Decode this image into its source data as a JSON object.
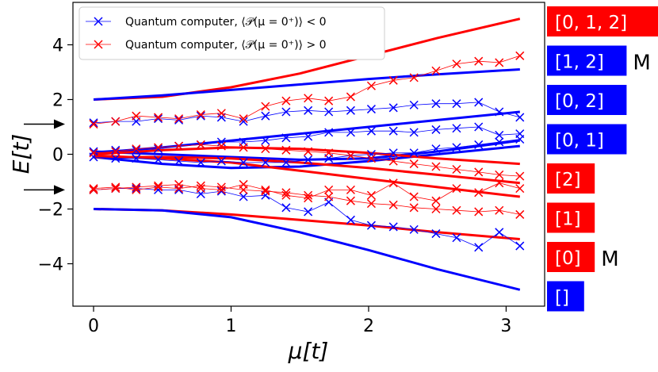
{
  "chart_data": {
    "type": "line",
    "title": "",
    "xlabel": "μ[t]",
    "ylabel": "E[t]",
    "xlim": [
      -0.15,
      3.28
    ],
    "ylim": [
      -5.55,
      5.55
    ],
    "xticks": [
      0,
      1,
      2,
      3
    ],
    "yticks": [
      -4,
      -2,
      0,
      2,
      4
    ],
    "grid": false,
    "legend_position": "top-left",
    "legend": [
      {
        "label": "Quantum computer, ⟨𝒫(μ = 0⁺)⟩ < 0",
        "color": "#0000ff",
        "marker": "x"
      },
      {
        "label": "Quantum computer, ⟨𝒫(μ = 0⁺)⟩ > 0",
        "color": "#ff0000",
        "marker": "x"
      }
    ],
    "arrow_marks_y": [
      1.1,
      -1.3
    ],
    "exact_curves": [
      {
        "color": "#ff0000",
        "x": [
          0,
          0.5,
          1,
          1.5,
          2,
          2.5,
          3.1
        ],
        "y": [
          2.0,
          2.1,
          2.45,
          2.95,
          3.6,
          4.25,
          4.95
        ]
      },
      {
        "color": "#0000ff",
        "x": [
          0,
          0.5,
          1,
          1.5,
          2,
          2.5,
          3.1
        ],
        "y": [
          2.0,
          2.15,
          2.35,
          2.55,
          2.75,
          2.92,
          3.1
        ]
      },
      {
        "color": "#0000ff",
        "x": [
          0,
          0.5,
          1,
          1.5,
          2,
          2.5,
          3.1
        ],
        "y": [
          0.05,
          0.25,
          0.5,
          0.75,
          1.0,
          1.25,
          1.55
        ]
      },
      {
        "color": "#0000ff",
        "x": [
          0,
          0.5,
          1,
          1.5,
          2,
          2.5,
          3.1
        ],
        "y": [
          0.1,
          0.0,
          -0.1,
          -0.2,
          -0.15,
          0.1,
          0.5
        ]
      },
      {
        "color": "#0000ff",
        "x": [
          0,
          0.5,
          1,
          1.5,
          2,
          2.5,
          3.1
        ],
        "y": [
          -0.1,
          -0.35,
          -0.5,
          -0.45,
          -0.25,
          0.0,
          0.3
        ]
      },
      {
        "color": "#ff0000",
        "x": [
          0,
          0.5,
          1,
          1.5,
          2,
          2.5,
          3.1
        ],
        "y": [
          0.0,
          0.15,
          0.25,
          0.2,
          0.05,
          -0.15,
          -0.35
        ]
      },
      {
        "color": "#ff0000",
        "x": [
          0,
          0.5,
          1,
          1.5,
          2,
          2.5,
          3.1
        ],
        "y": [
          -0.1,
          -0.1,
          -0.15,
          -0.3,
          -0.5,
          -0.75,
          -1.05
        ]
      },
      {
        "color": "#ff0000",
        "x": [
          0,
          0.5,
          1,
          1.5,
          2,
          2.5,
          3.1
        ],
        "y": [
          -0.05,
          -0.15,
          -0.3,
          -0.6,
          -0.9,
          -1.2,
          -1.55
        ]
      },
      {
        "color": "#ff0000",
        "x": [
          0,
          0.5,
          1,
          1.5,
          2,
          2.5,
          3.1
        ],
        "y": [
          -2.0,
          -2.05,
          -2.2,
          -2.4,
          -2.6,
          -2.85,
          -3.1
        ]
      },
      {
        "color": "#0000ff",
        "x": [
          0,
          0.5,
          1,
          1.5,
          2,
          2.5,
          3.1
        ],
        "y": [
          -2.0,
          -2.05,
          -2.3,
          -2.85,
          -3.5,
          -4.2,
          -4.95
        ]
      }
    ],
    "series": [
      {
        "name": "Quantum computer, ⟨𝒫(μ = 0⁺)⟩ < 0",
        "color": "#0000ff",
        "x": [
          0,
          0.16,
          0.31,
          0.47,
          0.62,
          0.78,
          0.93,
          1.09,
          1.25,
          1.4,
          1.56,
          1.71,
          1.87,
          2.02,
          2.18,
          2.33,
          2.49,
          2.64,
          2.8,
          2.95,
          3.1
        ],
        "y": [
          1.15,
          1.2,
          1.2,
          1.3,
          1.25,
          1.4,
          1.35,
          1.2,
          1.4,
          1.55,
          1.6,
          1.55,
          1.6,
          1.65,
          1.7,
          1.8,
          1.85,
          1.85,
          1.9,
          1.55,
          1.35
        ]
      },
      {
        "name": "",
        "color": "#0000ff",
        "x": [
          0,
          0.16,
          0.31,
          0.47,
          0.62,
          0.78,
          0.93,
          1.09,
          1.25,
          1.4,
          1.56,
          1.71,
          1.87,
          2.02,
          2.18,
          2.33,
          2.49,
          2.64,
          2.8,
          2.95,
          3.1
        ],
        "y": [
          0.1,
          0.15,
          0.15,
          0.2,
          0.3,
          0.35,
          0.45,
          0.45,
          0.5,
          0.6,
          0.65,
          0.8,
          0.8,
          0.85,
          0.85,
          0.8,
          0.9,
          0.95,
          1.0,
          0.7,
          0.75
        ]
      },
      {
        "name": "",
        "color": "#0000ff",
        "x": [
          0,
          0.16,
          0.31,
          0.47,
          0.62,
          0.78,
          0.93,
          1.09,
          1.25,
          1.4,
          1.56,
          1.71,
          1.87,
          2.02,
          2.18,
          2.33,
          2.49,
          2.64,
          2.8,
          2.95,
          3.1
        ],
        "y": [
          -0.1,
          -0.15,
          -0.15,
          -0.2,
          -0.25,
          -0.3,
          -0.25,
          -0.3,
          -0.3,
          -0.3,
          -0.2,
          -0.15,
          -0.05,
          0.0,
          0.05,
          0.05,
          0.2,
          0.25,
          0.35,
          0.45,
          0.55
        ]
      },
      {
        "name": "",
        "color": "#0000ff",
        "x": [
          0,
          0.16,
          0.31,
          0.47,
          0.62,
          0.78,
          0.93,
          1.09,
          1.25,
          1.4,
          1.56,
          1.71,
          1.87,
          2.02,
          2.18,
          2.33,
          2.49,
          2.64,
          2.8,
          2.95,
          3.1
        ],
        "y": [
          -1.3,
          -1.25,
          -1.25,
          -1.3,
          -1.3,
          -1.45,
          -1.35,
          -1.55,
          -1.5,
          -1.95,
          -2.1,
          -1.75,
          -2.4,
          -2.6,
          -2.65,
          -2.75,
          -2.9,
          -3.05,
          -3.4,
          -2.85,
          -3.35
        ]
      },
      {
        "name": "Quantum computer, ⟨𝒫(μ = 0⁺)⟩ > 0",
        "color": "#ff0000",
        "x": [
          0,
          0.16,
          0.31,
          0.47,
          0.62,
          0.78,
          0.93,
          1.09,
          1.25,
          1.4,
          1.56,
          1.71,
          1.87,
          2.02,
          2.18,
          2.33,
          2.49,
          2.64,
          2.8,
          2.95,
          3.1
        ],
        "y": [
          1.1,
          1.2,
          1.4,
          1.35,
          1.3,
          1.45,
          1.5,
          1.3,
          1.75,
          1.95,
          2.05,
          1.95,
          2.1,
          2.5,
          2.7,
          2.8,
          3.05,
          3.3,
          3.4,
          3.35,
          3.6
        ]
      },
      {
        "name": "",
        "color": "#ff0000",
        "x": [
          0,
          0.16,
          0.31,
          0.47,
          0.62,
          0.78,
          0.93,
          1.09,
          1.25,
          1.4,
          1.56,
          1.71,
          1.87,
          2.02,
          2.18,
          2.33,
          2.49,
          2.64,
          2.8,
          2.95,
          3.1
        ],
        "y": [
          0.05,
          0.1,
          0.2,
          0.25,
          0.3,
          0.35,
          0.3,
          0.25,
          0.2,
          0.15,
          0.1,
          0.05,
          -0.05,
          -0.15,
          -0.25,
          -0.35,
          -0.45,
          -0.55,
          -0.65,
          -0.75,
          -0.8
        ]
      },
      {
        "name": "",
        "color": "#ff0000",
        "x": [
          0,
          0.16,
          0.31,
          0.47,
          0.62,
          0.78,
          0.93,
          1.09,
          1.25,
          1.4,
          1.56,
          1.71,
          1.87,
          2.02,
          2.18,
          2.33,
          2.49,
          2.64,
          2.8,
          2.95,
          3.1
        ],
        "y": [
          -1.3,
          -1.25,
          -1.2,
          -1.15,
          -1.1,
          -1.25,
          -1.3,
          -1.1,
          -1.3,
          -1.5,
          -1.6,
          -1.3,
          -1.3,
          -1.5,
          -1.05,
          -1.55,
          -1.7,
          -1.25,
          -1.4,
          -1.05,
          -1.25
        ]
      },
      {
        "name": "",
        "color": "#ff0000",
        "x": [
          0,
          0.16,
          0.31,
          0.47,
          0.62,
          0.78,
          0.93,
          1.09,
          1.25,
          1.4,
          1.56,
          1.71,
          1.87,
          2.02,
          2.18,
          2.33,
          2.49,
          2.64,
          2.8,
          2.95,
          3.1
        ],
        "y": [
          -1.25,
          -1.2,
          -1.3,
          -1.2,
          -1.25,
          -1.15,
          -1.2,
          -1.3,
          -1.35,
          -1.4,
          -1.5,
          -1.55,
          -1.7,
          -1.8,
          -1.85,
          -1.95,
          -2.0,
          -2.05,
          -2.1,
          -2.05,
          -2.2
        ]
      }
    ]
  },
  "side_labels": [
    {
      "text": "[0, 1, 2]",
      "color": "#ff0000",
      "mark": ""
    },
    {
      "text": "[1, 2]",
      "color": "#0000ff",
      "mark": "M"
    },
    {
      "text": "[0, 2]",
      "color": "#0000ff",
      "mark": ""
    },
    {
      "text": "[0, 1]",
      "color": "#0000ff",
      "mark": ""
    },
    {
      "text": "[2]",
      "color": "#ff0000",
      "mark": ""
    },
    {
      "text": "[1]",
      "color": "#ff0000",
      "mark": ""
    },
    {
      "text": "[0]",
      "color": "#ff0000",
      "mark": "M"
    },
    {
      "text": "[]",
      "color": "#0000ff",
      "mark": ""
    }
  ]
}
